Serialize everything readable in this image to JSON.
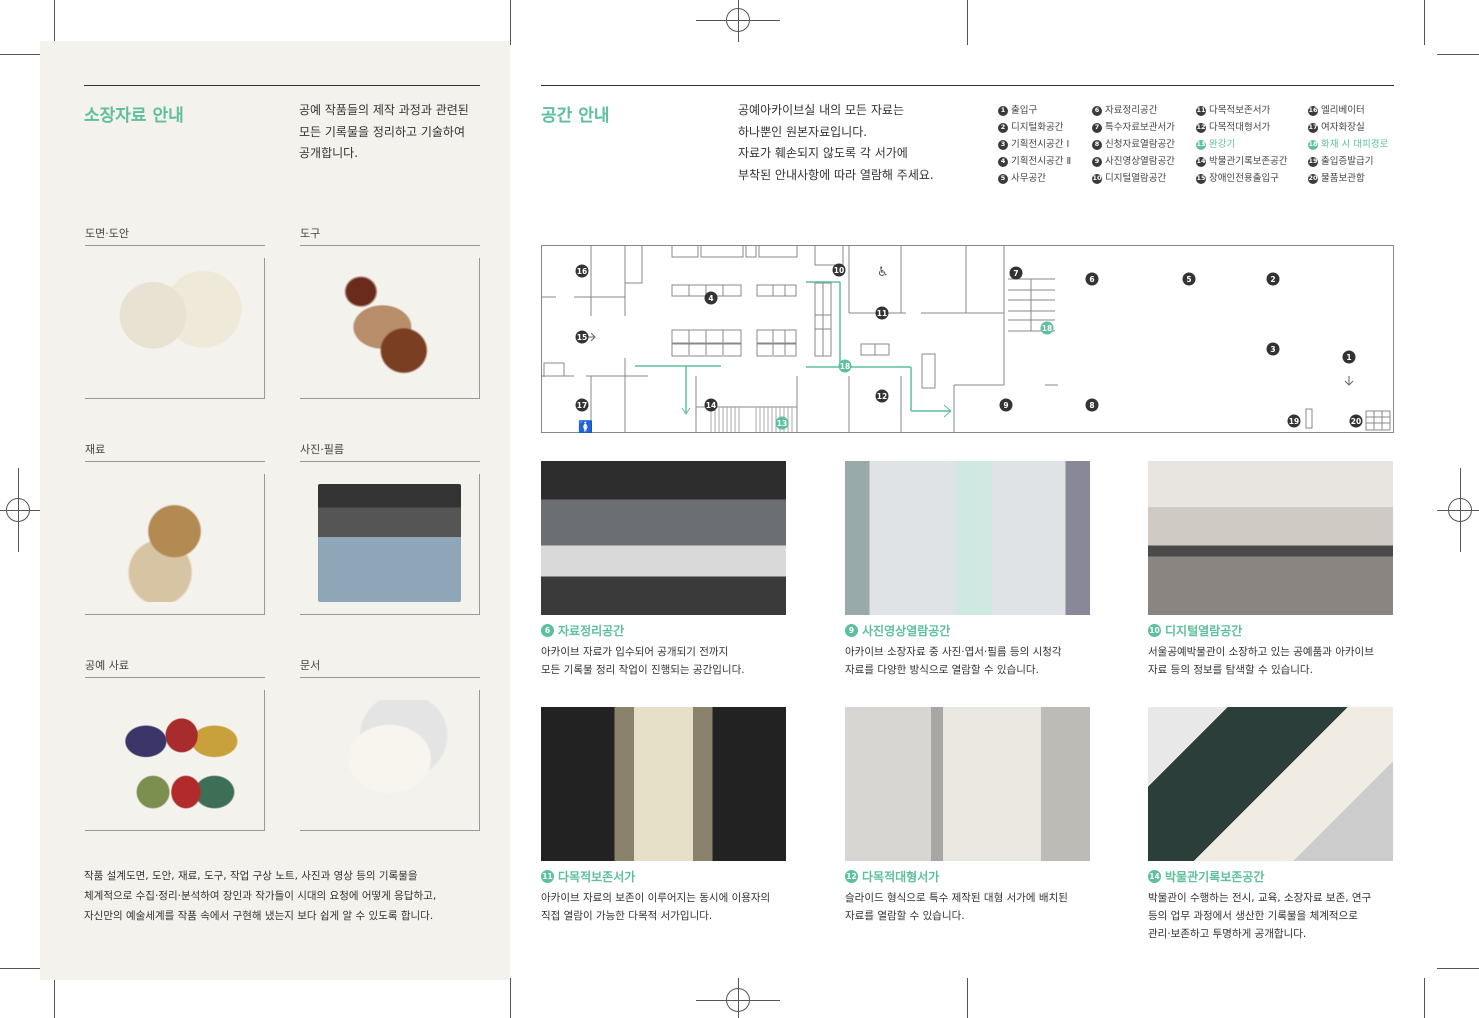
{
  "left": {
    "title": "소장자료 안내",
    "intro": [
      "공예 작품들의 제작 과정과 관련된",
      "모든 기록물을 정리하고 기술하여",
      "공개합니다."
    ],
    "items": [
      {
        "label": "도면·도안"
      },
      {
        "label": "도구"
      },
      {
        "label": "재료"
      },
      {
        "label": "사진·필름"
      },
      {
        "label": "공예 사료"
      },
      {
        "label": "문서"
      }
    ],
    "body": [
      "작품 설계도면, 도안, 재료, 도구, 작업 구상 노트, 사진과 영상 등의 기록물을",
      "체계적으로 수집·정리·분석하여 장인과 작가들이 시대의 요청에 어떻게 응답하고,",
      "자신만의 예술세계를 작품 속에서 구현해 냈는지 보다 쉽게 알 수 있도록 합니다."
    ]
  },
  "right": {
    "title": "공간 안내",
    "intro": [
      "공예아카이브실 내의 모든 자료는",
      "하나뿐인 원본자료입니다.",
      "자료가 훼손되지 않도록 각 서가에",
      "부착된 안내사항에 따라 열람해 주세요."
    ],
    "legend": [
      {
        "n": "1",
        "label": "출입구"
      },
      {
        "n": "2",
        "label": "디지털화공간"
      },
      {
        "n": "3",
        "label": "기획전시공간 Ⅰ"
      },
      {
        "n": "4",
        "label": "기획전시공간 Ⅱ"
      },
      {
        "n": "5",
        "label": "사무공간"
      },
      {
        "n": "6",
        "label": "자료정리공간"
      },
      {
        "n": "7",
        "label": "특수자료보관서가"
      },
      {
        "n": "8",
        "label": "신청자료열람공간"
      },
      {
        "n": "9",
        "label": "사진영상열람공간"
      },
      {
        "n": "10",
        "label": "디지털열람공간"
      },
      {
        "n": "11",
        "label": "다목적보존서가"
      },
      {
        "n": "12",
        "label": "다목적대형서가"
      },
      {
        "n": "13",
        "label": "완강기",
        "green": true
      },
      {
        "n": "14",
        "label": "박물관기록보존공간"
      },
      {
        "n": "15",
        "label": "장애인전용출입구"
      },
      {
        "n": "16",
        "label": "엘리베이터"
      },
      {
        "n": "17",
        "label": "여자화장실"
      },
      {
        "n": "18",
        "label": "화재 시 대피경로",
        "green": true
      },
      {
        "n": "19",
        "label": "출입증발급기"
      },
      {
        "n": "20",
        "label": "물품보관함"
      }
    ],
    "plan_markers": [
      "16",
      "4",
      "10",
      "11",
      "7",
      "6",
      "5",
      "2",
      "15",
      "18",
      "18",
      "3",
      "1",
      "17",
      "14",
      "13",
      "12",
      "9",
      "8",
      "19",
      "20"
    ],
    "spaces": [
      {
        "n": "6",
        "title": "자료정리공간",
        "desc": [
          "아카이브 자료가 입수되어 공개되기 전까지",
          "모든 기록물 정리 작업이 진행되는 공간입니다."
        ]
      },
      {
        "n": "9",
        "title": "사진영상열람공간",
        "desc": [
          "아카이브 소장자료 중 사진·엽서·필름 등의 시청각",
          "자료를 다양한 방식으로 열람할 수 있습니다."
        ]
      },
      {
        "n": "10",
        "title": "디지털열람공간",
        "desc": [
          "서울공예박물관이 소장하고 있는 공예품과 아카이브",
          "자료 등의 정보를 탐색할 수 있습니다."
        ]
      },
      {
        "n": "11",
        "title": "다목적보존서가",
        "desc": [
          "아카이브 자료의 보존이 이루어지는 동시에 이용자의",
          "직접 열람이 가능한 다목적 서가입니다."
        ]
      },
      {
        "n": "12",
        "title": "다목적대형서가",
        "desc": [
          "슬라이드 형식으로 특수 제작된 대형 서가에 배치된",
          "자료를 열람할 수 있습니다."
        ]
      },
      {
        "n": "14",
        "title": "박물관기록보존공간",
        "desc": [
          "박물관이 수행하는 전시, 교육, 소장자료 보존, 연구",
          "등의 업무 과정에서 생산한 기록물을 체계적으로",
          "관리·보존하고 투명하게 공개합니다."
        ]
      }
    ]
  },
  "colors": {
    "accent": "#5dbf9c",
    "panel": "#f4f2ec"
  }
}
